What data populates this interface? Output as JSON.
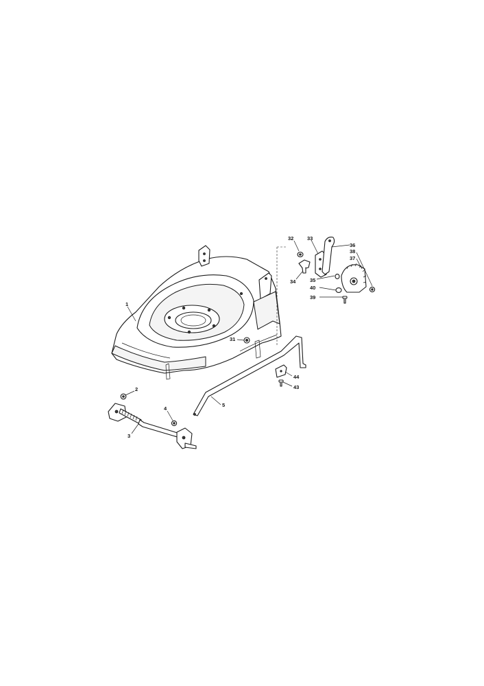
{
  "callouts": {
    "c1": "1",
    "c2": "2",
    "c3": "3",
    "c4": "4",
    "c5": "5",
    "c31": "31",
    "c32": "32",
    "c33": "33",
    "c34": "34",
    "c35": "35",
    "c36": "36",
    "c37": "37",
    "c38": "38",
    "c39": "39",
    "c40": "40",
    "c43": "43",
    "c44": "44"
  },
  "colors": {
    "line": "#1a1a1a",
    "fill": "#ffffff",
    "shade": "#f4f4f4"
  }
}
